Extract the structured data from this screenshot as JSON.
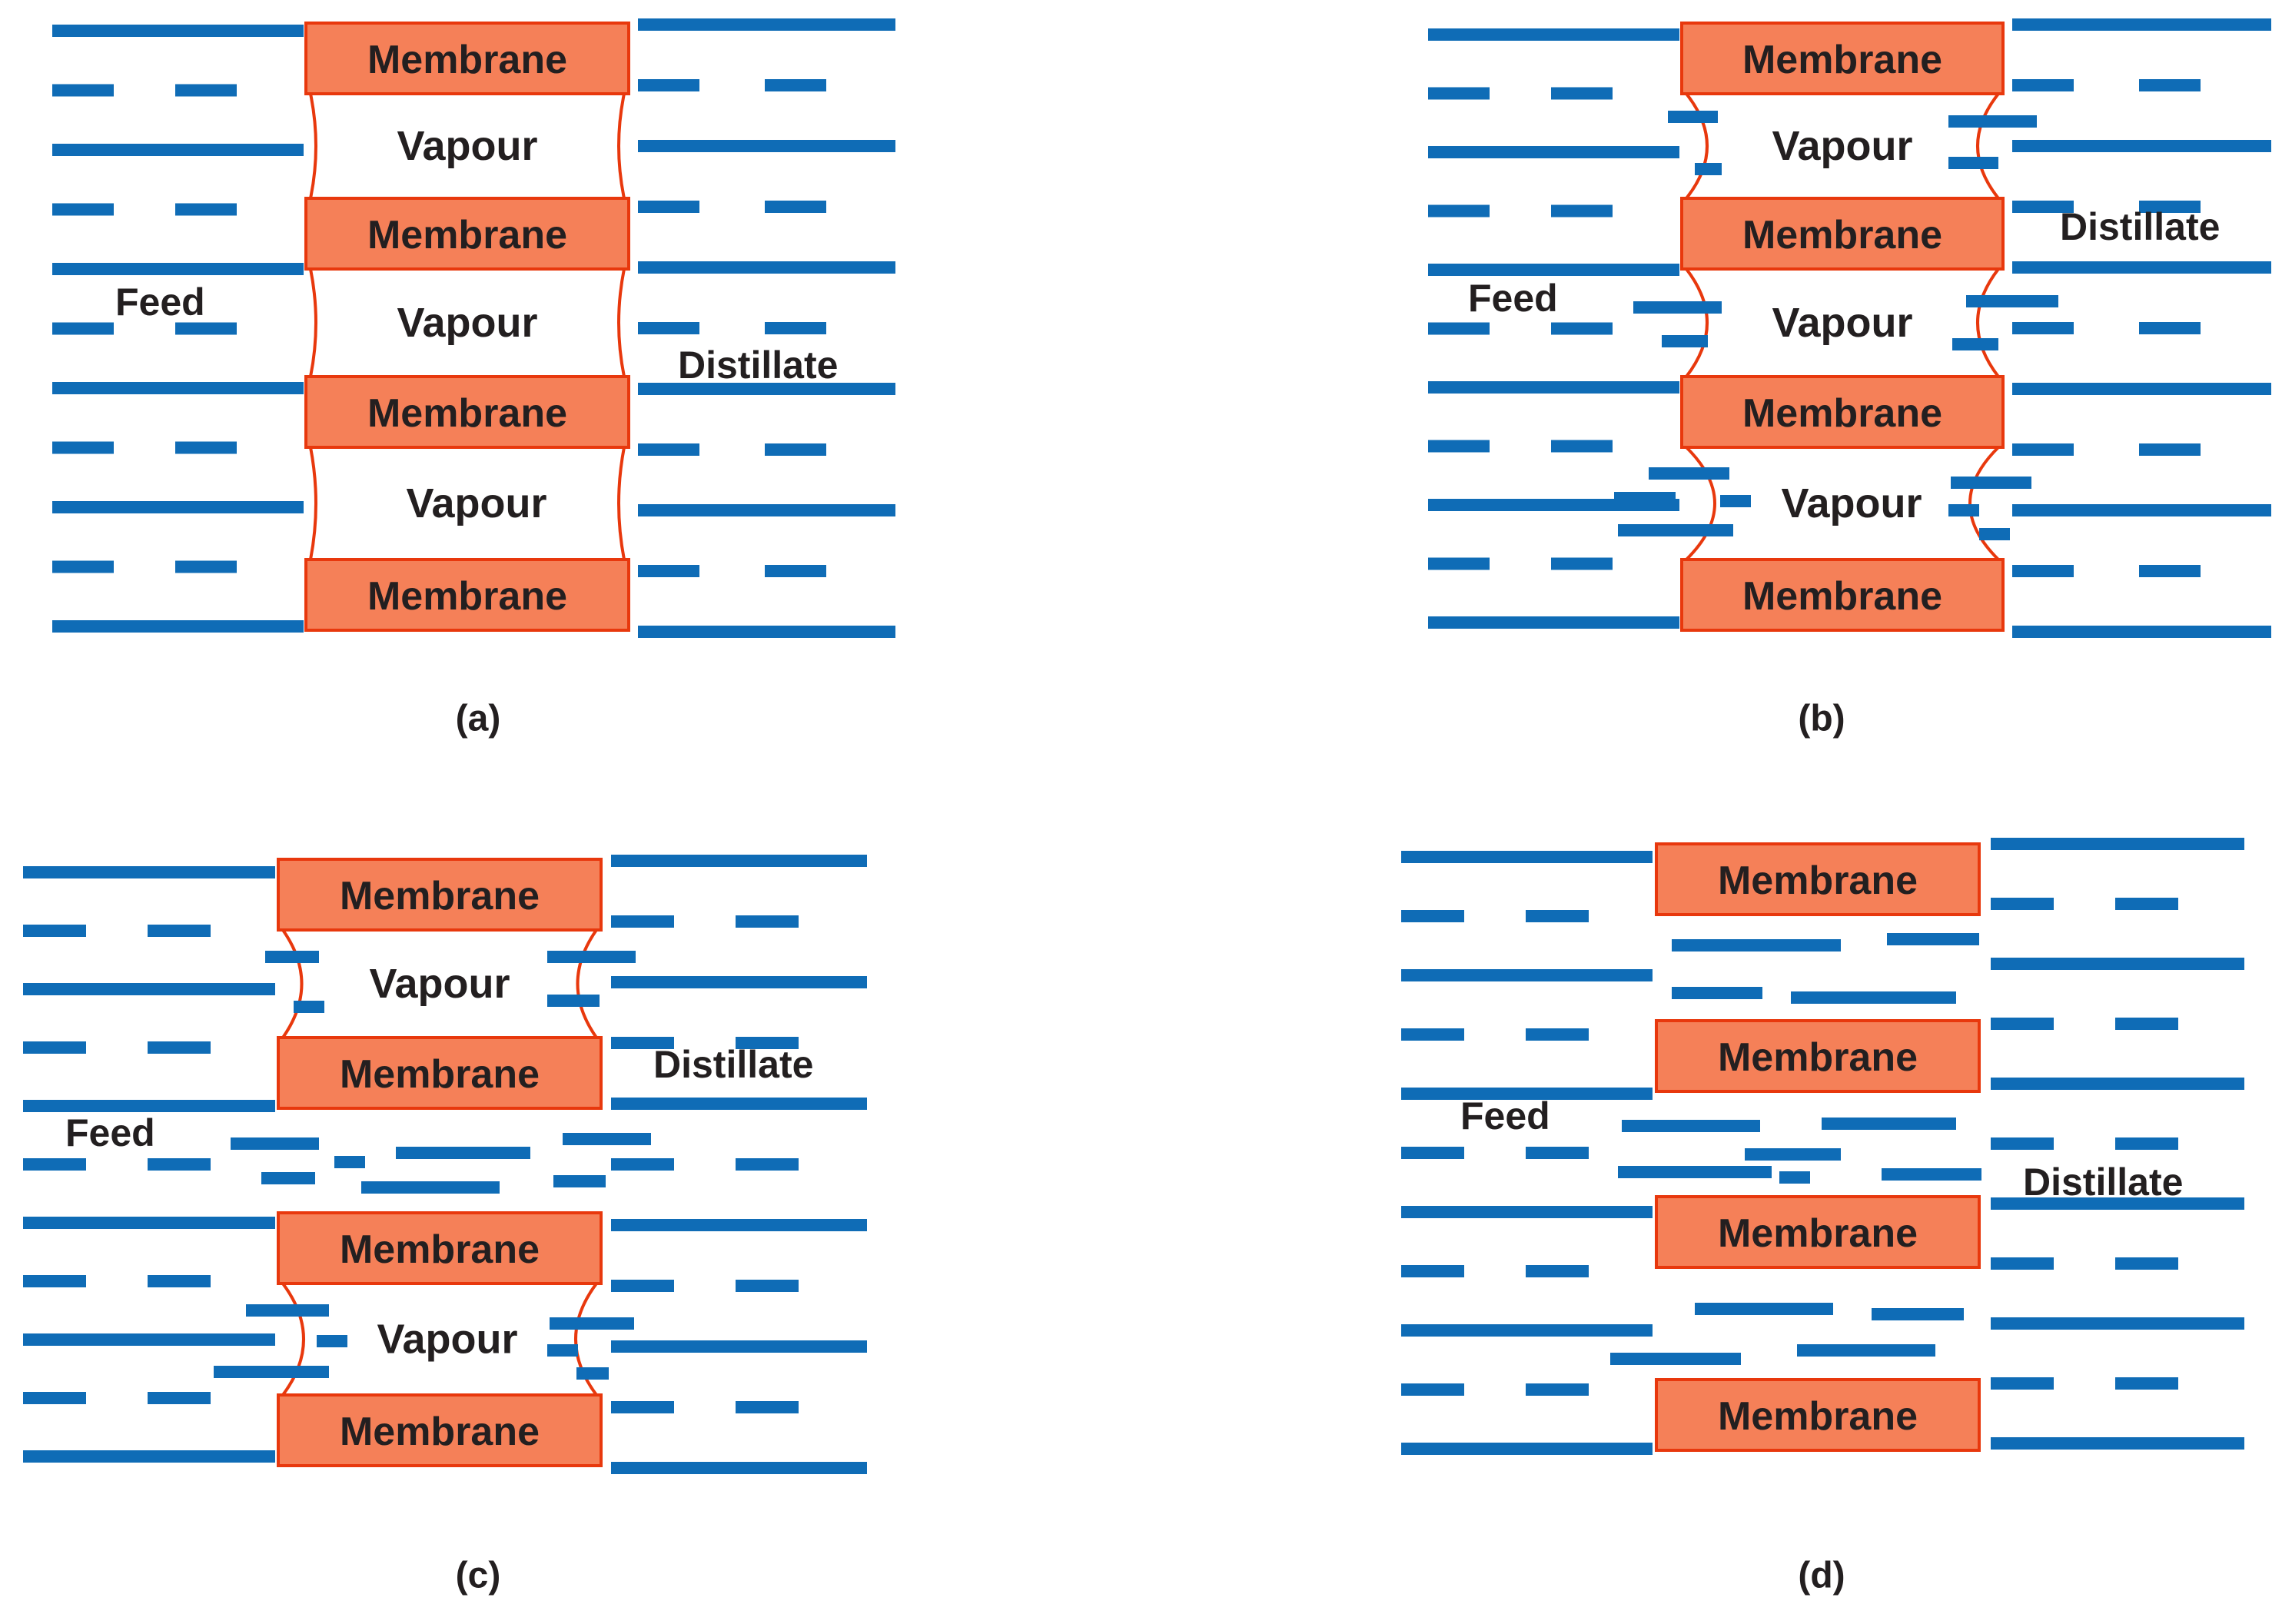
{
  "colors": {
    "membrane_fill": "#f58058",
    "membrane_stroke": "#e8380d",
    "liquid": "#0f6cb6",
    "meniscus": "#e8380d",
    "text": "#231f20"
  },
  "labels": {
    "membrane": "Membrane",
    "vapour": "Vapour",
    "feed": "Feed",
    "distillate": "Distillate"
  },
  "panels": [
    {
      "caption": "(a)",
      "membranes": 4,
      "vapour_gaps": 3
    },
    {
      "caption": "(b)",
      "membranes": 4,
      "vapour_gaps": 3
    },
    {
      "caption": "(c)",
      "membranes": 4,
      "vapour_gaps": 2
    },
    {
      "caption": "(d)",
      "membranes": 4,
      "vapour_gaps": 0
    }
  ]
}
